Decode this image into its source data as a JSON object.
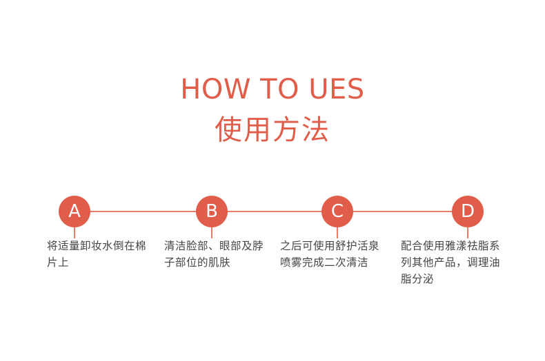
{
  "title_en": "HOW TO UES",
  "title_cn": "使用方法",
  "accent_color": "#e05d4a",
  "steps": [
    {
      "letter": "A",
      "text": "将适量卸妆水倒在棉片上"
    },
    {
      "letter": "B",
      "text": "清洁脸部、眼部及脖子部位的肌肤"
    },
    {
      "letter": "C",
      "text": "之后可使用舒护活泉喷雾完成二次清洁"
    },
    {
      "letter": "D",
      "text": "配合使用雅漾祛脂系列其他产品，调理油脂分泌"
    }
  ]
}
